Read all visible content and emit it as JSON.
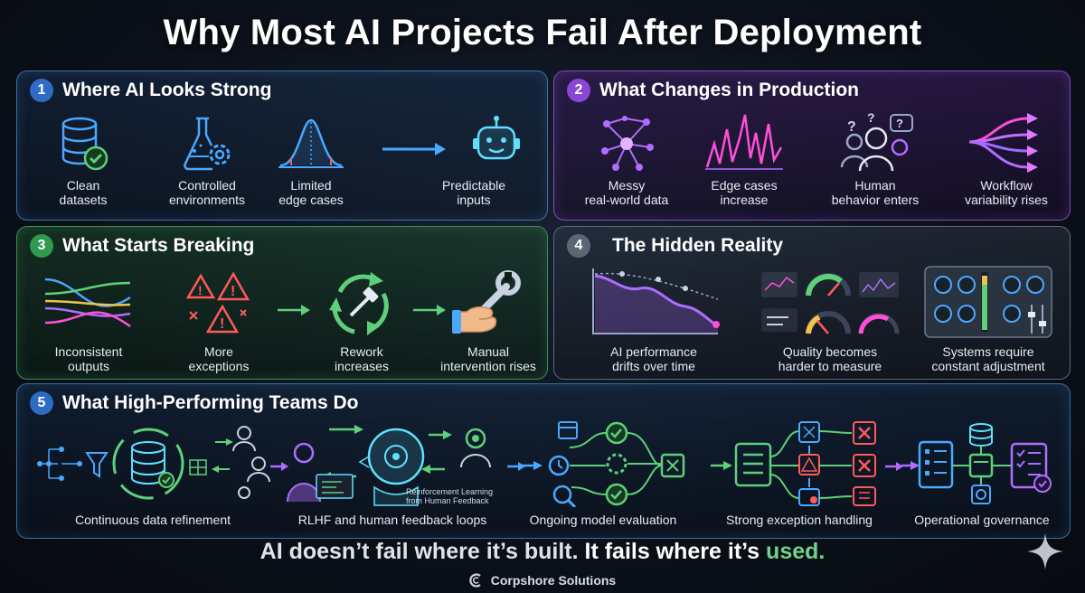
{
  "title": "Why Most AI Projects Fail After Deployment",
  "sections": [
    {
      "number": "1",
      "title": "Where AI Looks Strong",
      "items": [
        {
          "label": "Clean\ndatasets",
          "icon": "database-check-icon"
        },
        {
          "label": "Controlled\nenvironments",
          "icon": "flask-gear-icon"
        },
        {
          "label": "Limited\nedge cases",
          "icon": "bell-curve-icon"
        },
        {
          "label": "Predictable\ninputs",
          "icon": "robot-icon"
        }
      ]
    },
    {
      "number": "2",
      "title": "What Changes in Production",
      "items": [
        {
          "label": "Messy\nreal-world data",
          "icon": "network-nodes-icon"
        },
        {
          "label": "Edge cases\nincrease",
          "icon": "spike-chart-icon"
        },
        {
          "label": "Human\nbehavior enters",
          "icon": "people-question-icon"
        },
        {
          "label": "Workflow\nvariability rises",
          "icon": "branching-arrows-icon"
        }
      ]
    },
    {
      "number": "3",
      "title": "What Starts Breaking",
      "items": [
        {
          "label": "Inconsistent\noutputs",
          "icon": "tangled-lines-icon"
        },
        {
          "label": "More\nexceptions",
          "icon": "warning-triangles-icon"
        },
        {
          "label": "Rework\nincreases",
          "icon": "cycle-hammer-icon"
        },
        {
          "label": "Manual\nintervention rises",
          "icon": "hand-wrench-icon"
        }
      ]
    },
    {
      "number": "4",
      "title": "The Hidden Reality",
      "items": [
        {
          "label": "AI performance\ndrifts over time",
          "icon": "declining-chart-icon"
        },
        {
          "label": "Quality becomes\nharder to measure",
          "icon": "gauges-icon"
        },
        {
          "label": "Systems require\nconstant adjustment",
          "icon": "control-panel-icon"
        }
      ]
    },
    {
      "number": "5",
      "title": "What High-Performing Teams Do",
      "note": "Reinforcement Learning\nfrom Human Feedback",
      "items": [
        {
          "label": "Continuous data refinement",
          "icon": "data-refinement-icon"
        },
        {
          "label": "RLHF and human feedback loops",
          "icon": "human-robot-loop-icon"
        },
        {
          "label": "Ongoing model evaluation",
          "icon": "evaluation-flow-icon"
        },
        {
          "label": "Strong exception handling",
          "icon": "exception-flow-icon"
        },
        {
          "label": "Operational governance",
          "icon": "governance-flow-icon"
        }
      ]
    }
  ],
  "tagline": {
    "part1": "AI doesn’t fail where it’s built.",
    "part2": "It fails where it’s",
    "part3": "used."
  },
  "brand": "Corpshore Solutions",
  "colors": {
    "blue": "#4aa8ff",
    "purple": "#b06cff",
    "green": "#5fd07a",
    "red": "#ff5a5a",
    "pink": "#ff4fd8",
    "cyan": "#5fe0ff"
  }
}
